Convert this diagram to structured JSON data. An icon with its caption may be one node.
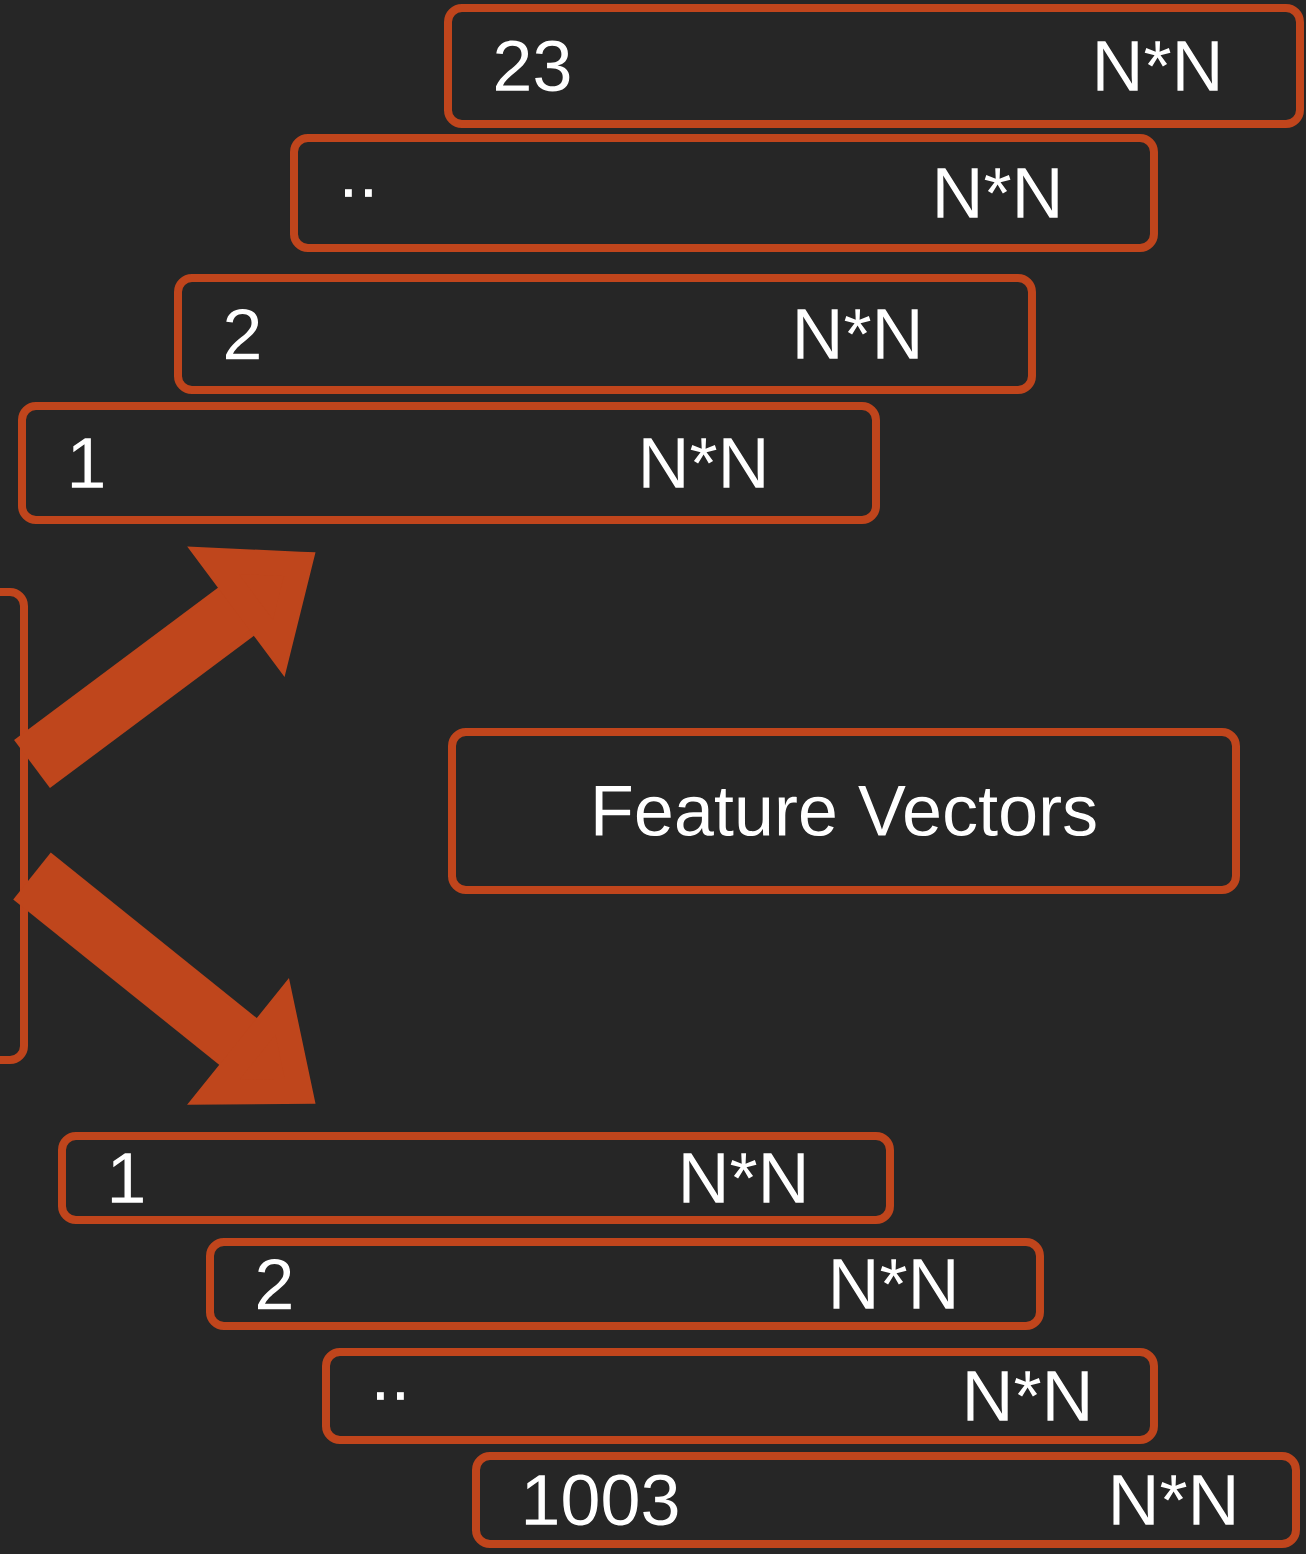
{
  "diagram": {
    "nodes": [
      {
        "text": [
          "23",
          "N*N"
        ]
      },
      {
        "text": [
          "..",
          "N*N"
        ]
      },
      {
        "text": [
          "2",
          "N*N"
        ]
      },
      {
        "text": [
          "1",
          "N*N"
        ]
      },
      {
        "text": [],
        "shape": "box"
      },
      {
        "text": [
          "Feature Vectors"
        ]
      },
      {
        "text": [
          "1",
          "N*N"
        ]
      },
      {
        "text": [
          "2",
          "N*N"
        ]
      },
      {
        "text": [
          "..",
          "N*N"
        ]
      },
      {
        "text": [
          "1003",
          "N*N"
        ]
      }
    ],
    "edges": [
      {
        "from": 4,
        "to": 3,
        "arrow": "to"
      },
      {
        "from": 4,
        "to": 6,
        "arrow": "to"
      }
    ]
  }
}
